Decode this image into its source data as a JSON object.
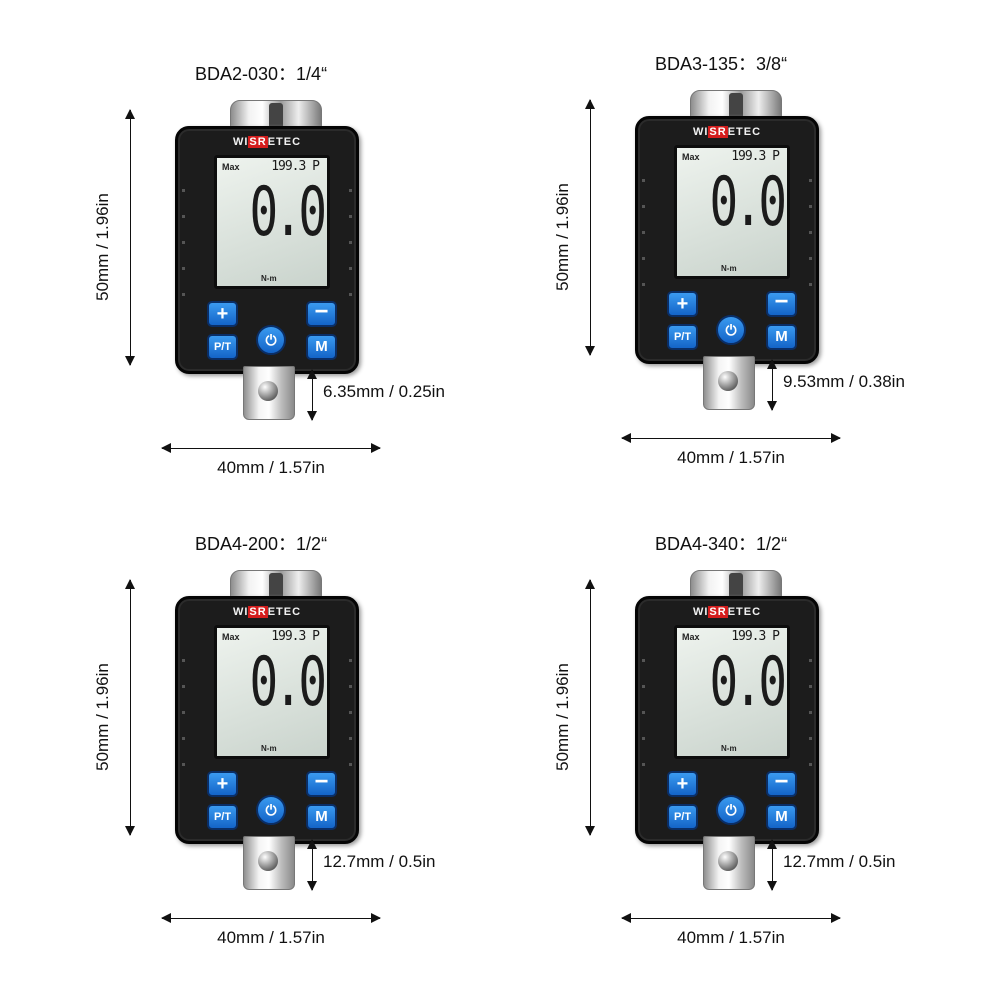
{
  "panels": [
    {
      "model": "BDA2-030：1/4“",
      "height_label": "50mm / 1.96in",
      "width_label": "40mm / 1.57in",
      "drive_label": "6.35mm / 0.25in"
    },
    {
      "model": "BDA3-135：3/8“",
      "height_label": "50mm / 1.96in",
      "width_label": "40mm / 1.57in",
      "drive_label": "9.53mm / 0.38in"
    },
    {
      "model": "BDA4-200：1/2“",
      "height_label": "50mm / 1.96in",
      "width_label": "40mm / 1.57in",
      "drive_label": "12.7mm / 0.5in"
    },
    {
      "model": "BDA4-340：1/2“",
      "height_label": "50mm / 1.96in",
      "width_label": "40mm / 1.57in",
      "drive_label": "12.7mm / 0.5in"
    }
  ],
  "device": {
    "brand_pre": "WI",
    "brand_hl": "SR",
    "brand_post": "ETEC",
    "lcd_max": "Max",
    "lcd_peak": "199.3 P",
    "lcd_value": "0.0",
    "lcd_unit": "N-m",
    "btn_plus": "+",
    "btn_minus": "−",
    "btn_pt": "P/T",
    "btn_power": "⏻",
    "btn_m": "M"
  }
}
